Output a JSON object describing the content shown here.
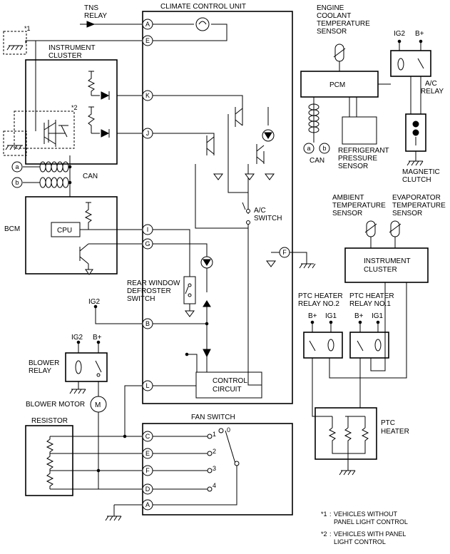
{
  "labels": {
    "tns_relay": [
      "TNS",
      "RELAY"
    ],
    "climate_control_unit": "CLIMATE CONTROL UNIT",
    "instrument_cluster_left": [
      "INSTRUMENT",
      "CLUSTER"
    ],
    "note1_marker": "*1",
    "note2_marker": "*2",
    "can_left": "CAN",
    "bcm": "BCM",
    "cpu": "CPU",
    "rear_window_defroster_switch": [
      "REAR WINDOW",
      "DEFROSTER",
      "SWITCH"
    ],
    "ig2_mid": "IG2",
    "blower_relay": [
      "BLOWER",
      "RELAY"
    ],
    "blower_relay_ig2": "IG2",
    "blower_relay_bplus": "B+",
    "blower_motor": "BLOWER MOTOR",
    "blower_motor_symbol": "M",
    "resistor": "RESISTOR",
    "fan_switch": "FAN SWITCH",
    "control_circuit": [
      "CONTROL",
      "CIRCUIT"
    ],
    "ac_switch": [
      "A/C",
      "SWITCH"
    ],
    "engine_coolant_temperature_sensor": [
      "ENGINE",
      "COOLANT",
      "TEMPERATURE",
      "SENSOR"
    ],
    "pcm": "PCM",
    "can_right": "CAN",
    "refrigerant_pressure_sensor": [
      "REFRIGERANT",
      "PRESSURE",
      "SENSOR"
    ],
    "ac_relay_ig2": "IG2",
    "ac_relay_bplus": "B+",
    "ac_relay": [
      "A/C",
      "RELAY"
    ],
    "magnetic_clutch": [
      "MAGNETIC",
      "CLUTCH"
    ],
    "ambient_temperature_sensor": [
      "AMBIENT",
      "TEMPERATURE",
      "SENSOR"
    ],
    "evaporator_temperature_sensor": [
      "EVAPORATOR",
      "TEMPERATURE",
      "SENSOR"
    ],
    "instrument_cluster_right": [
      "INSTRUMENT",
      "CLUSTER"
    ],
    "ptc_heater_relay_no2": [
      "PTC HEATER",
      "RELAY NO.2"
    ],
    "ptc_heater_relay_no1": [
      "PTC HEATER",
      "RELAY NO.1"
    ],
    "ptc2_bplus": "B+",
    "ptc2_ig1": "IG1",
    "ptc1_bplus": "B+",
    "ptc1_ig1": "IG1",
    "ptc_heater": [
      "PTC",
      "HEATER"
    ]
  },
  "can_terminals": {
    "left": [
      "a",
      "b"
    ],
    "right": [
      "a",
      "b"
    ]
  },
  "ccu_pins": {
    "top_a": "A",
    "top_e": "E",
    "k": "K",
    "j": "J",
    "i": "I",
    "g": "G",
    "b": "B",
    "l": "L",
    "f": "F"
  },
  "fan_switch_pins": [
    "C",
    "E",
    "F",
    "D",
    "A"
  ],
  "fan_positions": [
    "0",
    "1",
    "2",
    "3",
    "4"
  ],
  "notes": [
    {
      "marker": "*1",
      "text": [
        "VEHICLES WITHOUT",
        "PANEL LIGHT CONTROL"
      ],
      "sep": ":"
    },
    {
      "marker": "*2",
      "text": [
        "VEHICLES WITH PANEL",
        "LIGHT CONTROL"
      ],
      "sep": ":"
    }
  ]
}
